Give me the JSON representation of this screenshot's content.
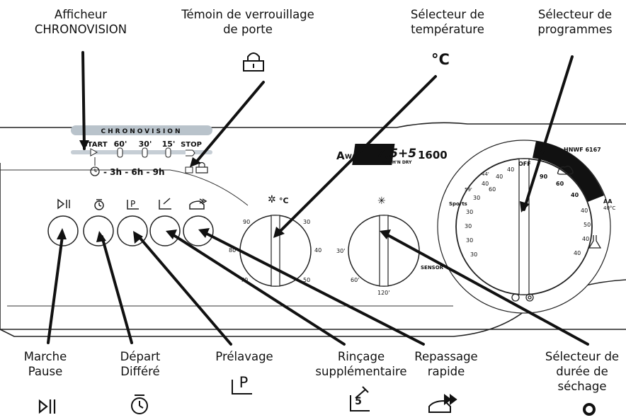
{
  "labels": {
    "chronovision_display": [
      "Afficheur",
      "CHRONOVISION"
    ],
    "door_lock_indicator": [
      "Témoin de verrouillage",
      "de porte"
    ],
    "temperature_selector": [
      "Sélecteur de",
      "température"
    ],
    "program_selector": [
      "Sélecteur de",
      "programmes"
    ],
    "start_pause": [
      "Marche",
      "Pause"
    ],
    "delayed_start": [
      "Départ",
      "Différé"
    ],
    "prewash": [
      "Prélavage"
    ],
    "extra_rinse": [
      "Rinçage",
      "supplémentaire"
    ],
    "quick_iron": [
      "Repassage",
      "rapide"
    ],
    "drying_time_selector": [
      "Sélecteur de",
      "durée de",
      "séchage"
    ]
  },
  "symbols": {
    "temperature_unit": "°C",
    "prewash_letter": "P",
    "extra_rinse_number": "5"
  },
  "panel": {
    "chronovision_header": "CHRONOVISION",
    "timeline": [
      "START",
      "60'",
      "30'",
      "15'",
      "STOP"
    ],
    "delay_times": "- 3h - 6h - 9h",
    "brand": "A",
    "brand_rest": "WASH",
    "capacity": "7,5+5",
    "capacity_sub": "WASH'N DRY",
    "speed": "1600",
    "model": "HNWF 6167",
    "temp_knob_unit": "°C",
    "temp_scale": [
      "90",
      "80",
      "70",
      "30",
      "40",
      "50"
    ],
    "dry_scale": [
      "30'",
      "60'",
      "120'"
    ],
    "dry_label": "SENSOR",
    "prog_off": "OFF",
    "prog_scale": [
      "90",
      "60",
      "40",
      "40",
      "50",
      "40",
      "40",
      "30",
      "30",
      "30",
      "30",
      "40",
      "40",
      "30",
      "40",
      "60"
    ],
    "prog_sports": "Sports",
    "prog_aa": "AA",
    "prog_aa_temp": "40°C",
    "prog_times": [
      "44'",
      "59'"
    ]
  },
  "colors": {
    "ink": "#111111",
    "panel_fill": "#f4f4f4",
    "chrono_band": "#b9c3cb"
  }
}
